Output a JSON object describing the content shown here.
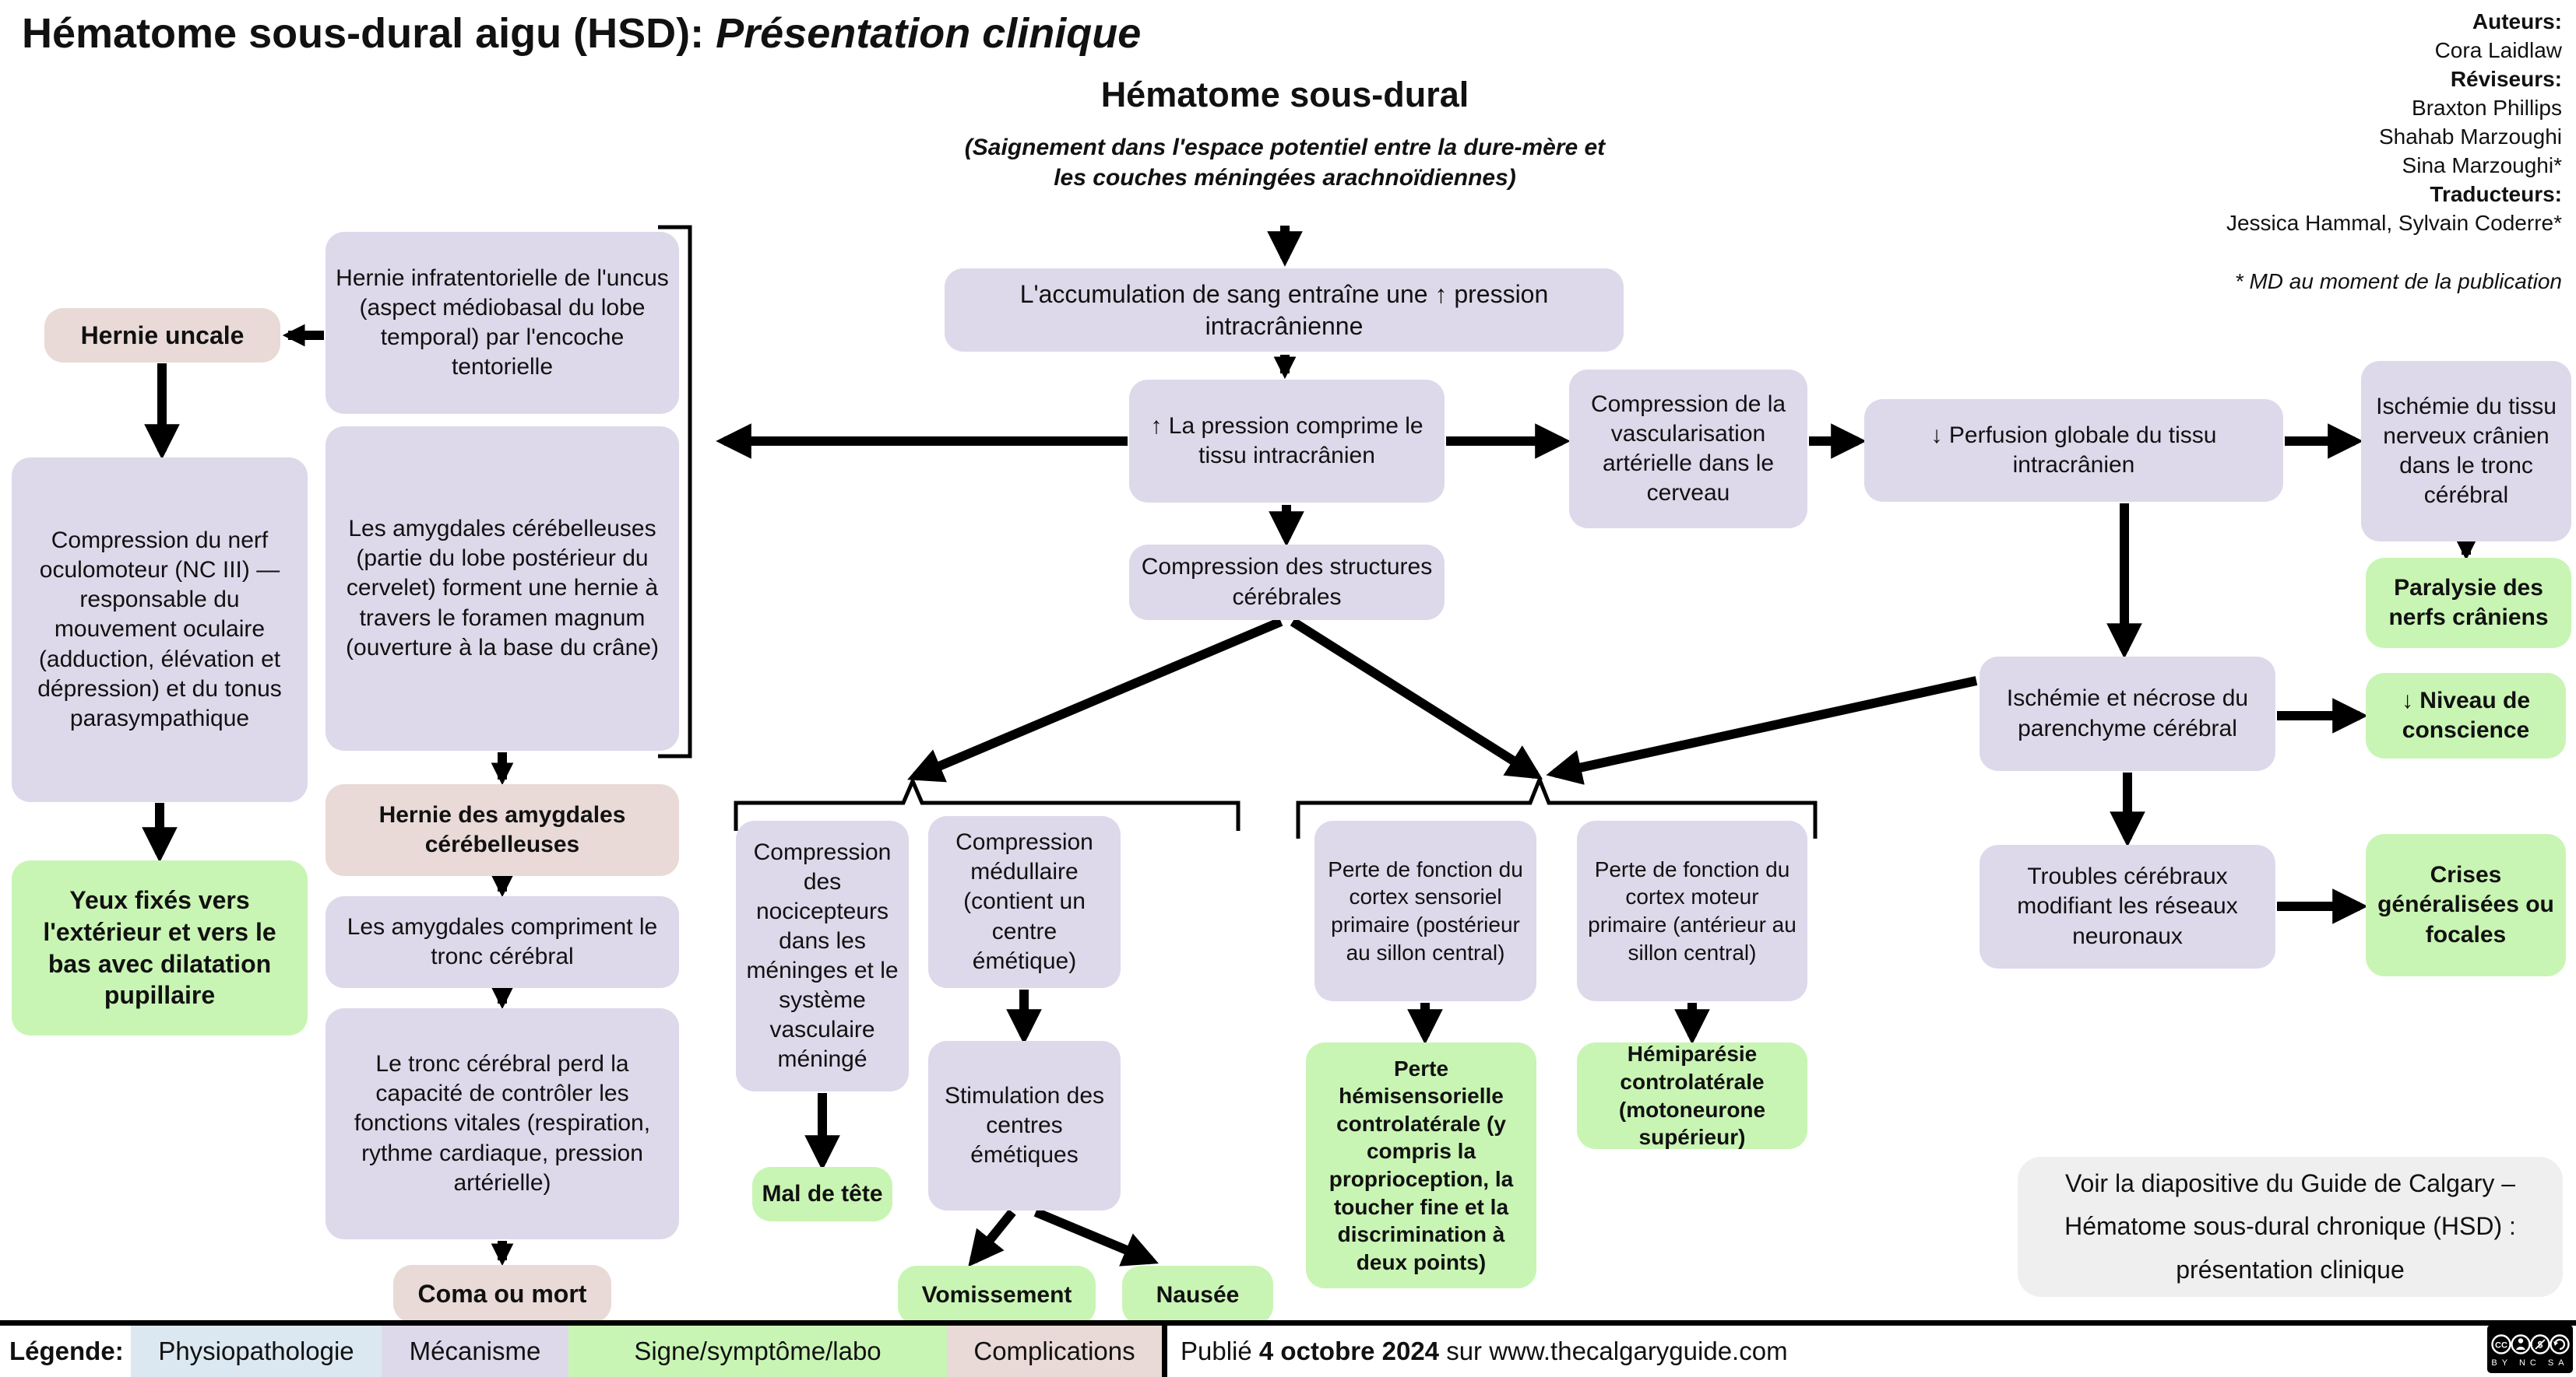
{
  "title": {
    "main": "Hématome sous-dural aigu (HSD): ",
    "italic": "Présentation clinique"
  },
  "credits": {
    "lines": [
      {
        "text": "Auteurs:"
      },
      {
        "text": "Cora Laidlaw"
      },
      {
        "text": "Réviseurs:"
      },
      {
        "text": "Braxton Phillips"
      },
      {
        "text": "Shahab Marzoughi"
      },
      {
        "text": "Sina Marzoughi*"
      },
      {
        "text": "Traducteurs:"
      },
      {
        "text": "Jessica Hammal, Sylvain Coderre*"
      },
      {
        "text": "* MD au moment de la publication"
      }
    ]
  },
  "diagram": {
    "heading": "Hématome sous-dural",
    "subtitle": "(Saignement dans l'espace potentiel entre la dure-mère et les couches méningées arachnoïdiennes)",
    "nodes": {
      "accumulation": "L'accumulation de sang entraîne une ↑ pression intracrânienne",
      "pression": "↑ La pression comprime le tissu intracrânien",
      "structures": "Compression des structures cérébrales",
      "vascularisation": "Compression de la vascularisation artérielle dans le cerveau",
      "perfusion": "↓ Perfusion globale du tissu intracrânien",
      "ischemie_tronc": "Ischémie du tissu nerveux crânien dans le tronc cérébral",
      "paralysie": "Paralysie des nerfs crâniens",
      "ischemie_necrose": "Ischémie et nécrose du parenchyme cérébral",
      "niveau_conscience": "↓ Niveau de conscience",
      "troubles": "Troubles cérébraux modifiant les réseaux neuronaux",
      "crises": "Crises généralisées ou focales",
      "hernie_uncale": "Hernie uncale",
      "nc3": "Compression du nerf oculomoteur (NC III) — responsable du mouvement oculaire (adduction, élévation et dépression) et du tonus parasympathique",
      "yeux": "Yeux fixés vers l'extérieur et vers le bas avec dilatation pupillaire",
      "hernie_infra": "Hernie infratentorielle de l'uncus (aspect médiobasal du lobe temporal) par l'encoche tentorielle",
      "amygdales_hernie": "Les amygdales cérébelleuses (partie du lobe postérieur du cervelet) forment une hernie à travers le foramen magnum (ouverture à la base du crâne)",
      "hernie_amygdales": "Hernie des amygdales cérébelleuses",
      "amygdales_compriment": "Les amygdales compriment le tronc cérébral",
      "tronc_perd": "Le tronc cérébral perd la capacité de contrôler les fonctions vitales (respiration, rythme cardiaque, pression artérielle)",
      "coma": "Coma ou mort",
      "nocicepteurs": "Compression des nocicepteurs dans les méninges et le système vasculaire méningé",
      "mal_tete": "Mal de tête",
      "medullaire": "Compression médullaire (contient un centre émétique)",
      "stimulation": "Stimulation des centres émétiques",
      "vomissement": "Vomissement",
      "nausee": "Nausée",
      "cortex_sensoriel": "Perte de fonction du cortex sensoriel primaire (postérieur au sillon central)",
      "cortex_moteur": "Perte de fonction du cortex moteur primaire (antérieur au sillon central)",
      "perte_hemisensorielle": "Perte hémisensorielle controlatérale (y compris la proprioception, la toucher fine et la discrimination à deux points)",
      "hemiparesie": "Hémiparésie controlatérale (motoneurone supérieur)",
      "note": "Voir la diapositive du Guide de Calgary – Hématome sous-dural chronique (HSD) : présentation clinique"
    }
  },
  "legend": {
    "label": "Légende:",
    "items": [
      {
        "label": "Physiopathologie",
        "color": "#DCE8F1"
      },
      {
        "label": "Mécanisme",
        "color": "#DDD9EA"
      },
      {
        "label": "Signe/symptôme/labo",
        "color": "#C9F5B4"
      },
      {
        "label": "Complications",
        "color": "#E9DAD7"
      }
    ]
  },
  "footer": {
    "published_prefix": "Publié ",
    "published_date": "4 octobre 2024",
    "published_suffix": " sur www.thecalgaryguide.com",
    "cc_text": "BY NC SA"
  },
  "colors": {
    "mechanism": "#DDD9EA",
    "sign_symptom_lab": "#C9F5B4",
    "complication": "#E9DAD7",
    "pathophysiology": "#DCE8F1",
    "note_gray": "#EFEFEF",
    "arrow": "#000000"
  }
}
